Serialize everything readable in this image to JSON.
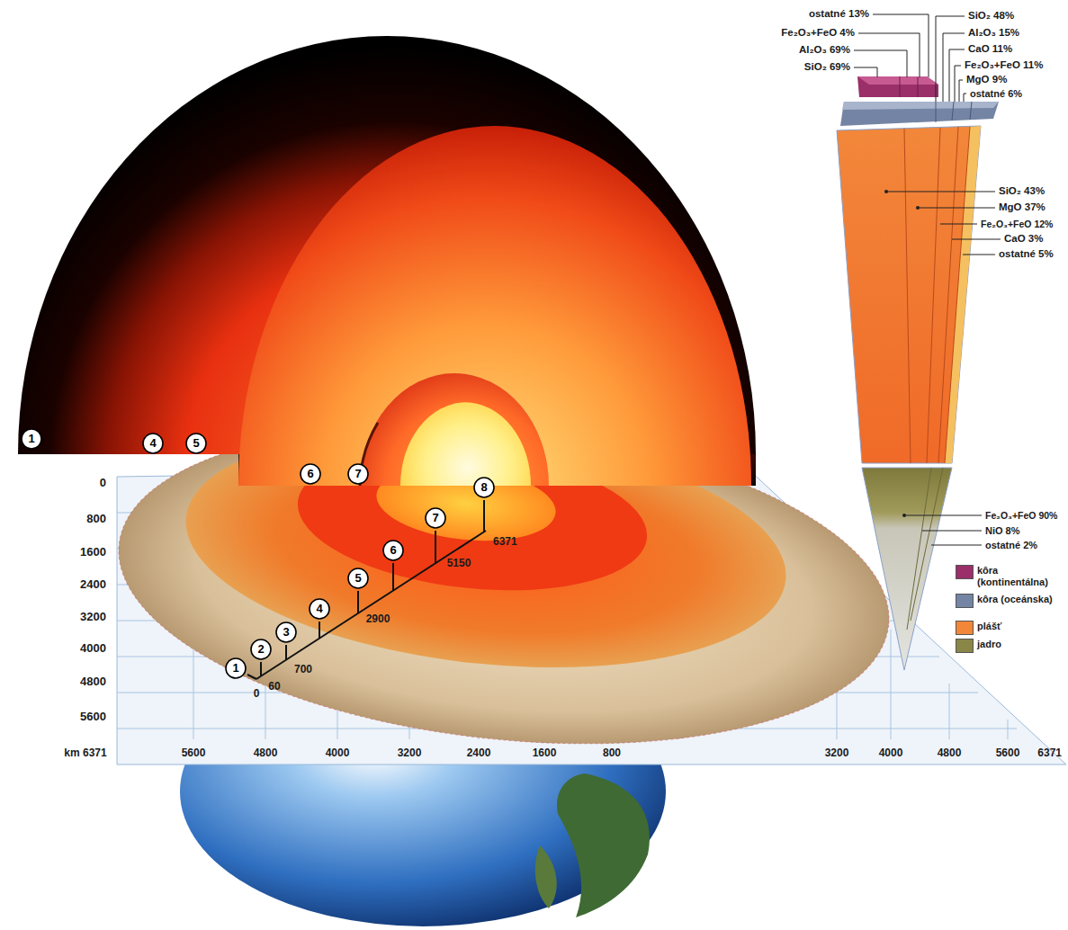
{
  "diagram": {
    "nodes": [
      {
        "text": [
          "1"
        ]
      },
      {
        "text": [
          "4"
        ]
      },
      {
        "text": [
          "5"
        ]
      },
      {
        "text": [
          "6"
        ]
      },
      {
        "text": [
          "7"
        ]
      },
      {
        "text": [
          "8"
        ]
      },
      {
        "text": [
          "7"
        ]
      },
      {
        "text": [
          "6"
        ]
      },
      {
        "text": [
          "5"
        ]
      },
      {
        "text": [
          "4"
        ]
      },
      {
        "text": [
          "3"
        ]
      },
      {
        "text": [
          "2"
        ]
      },
      {
        "text": [
          "1"
        ]
      }
    ],
    "labels": [
      "0",
      "800",
      "1600",
      "2400",
      "3200",
      "4000",
      "4800",
      "5600",
      "km 6371",
      "5600",
      "4800",
      "4000",
      "3200",
      "2400",
      "1600",
      "800",
      "3200",
      "4000",
      "4800",
      "5600",
      "6371",
      "0",
      "60",
      "700",
      "2900",
      "5150",
      "6371",
      "ostatné 13%",
      "Fe₂O₃+FeO 4%",
      "Al₂O₃ 69%",
      "SiO₂ 69%",
      "SiO₂ 48%",
      "Al₂O₃ 15%",
      "CaO 11%",
      "Fe₂O₃+FeO 11%",
      "MgO 9%",
      "ostatné 6%",
      "SiO₂ 43%",
      "MgO 37%",
      "Fe₂O₃+FeO 12%",
      "CaO 3%",
      "ostatné 5%",
      "Fe₂O₃+FeO 90%",
      "NiO 8%",
      "ostatné 2%"
    ],
    "legend": [
      {
        "text": "kôra (kontinentálna)",
        "color": "#9a2f6a"
      },
      {
        "text": "kôra (oceánska)",
        "color": "#7484a4"
      },
      {
        "text": "plášť",
        "color": "#f2873a"
      },
      {
        "text": "jadro",
        "color": "#8a8648"
      }
    ]
  }
}
